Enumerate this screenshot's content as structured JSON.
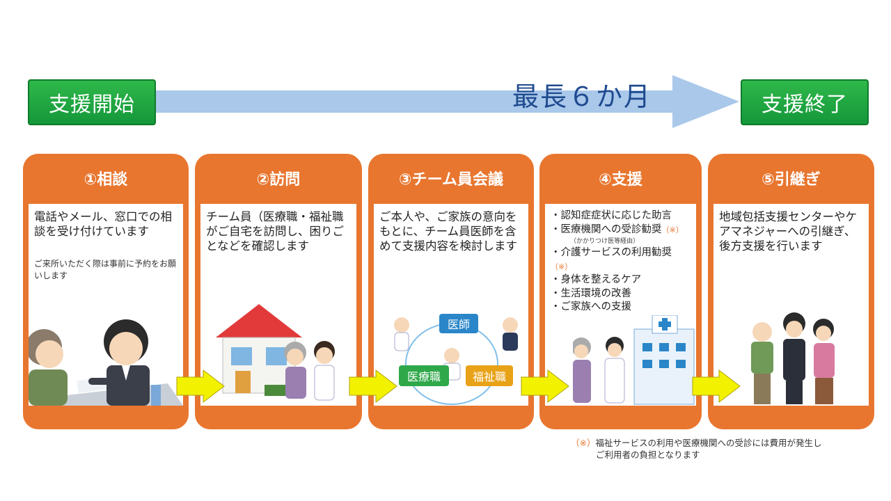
{
  "timeline": {
    "start_label": "支援開始",
    "duration_label": "最長６か月",
    "end_label": "支援終了"
  },
  "steps": [
    {
      "title": "①相談",
      "description": "電話やメール、窓口での相談を受け付けています",
      "note": "ご来所いただく際は事前に予約をお願いします"
    },
    {
      "title": "②訪問",
      "description": "チーム員（医療職・福祉職がご自宅を訪問し、困りごとなどを確認します"
    },
    {
      "title": "③チーム員会議",
      "description": "ご本人や、ご家族の意向をもとに、チーム員医師を含めて支援内容を検討します",
      "roles": [
        "医師",
        "医療職",
        "福祉職"
      ]
    },
    {
      "title": "④支援",
      "items": [
        "・認知症症状に応じた助言",
        "・医療機関への受診勧奨",
        "・介護サービスの利用勧奨",
        "・身体を整えるケア",
        "・生活環境の改善",
        "・ご家族への支援"
      ],
      "item_mark": "（※）",
      "sub_note": "（かかりつけ医等経由）"
    },
    {
      "title": "⑤引継ぎ",
      "description": "地域包括支援センターやケアマネジャーへの引継ぎ、後方支援を行います"
    }
  ],
  "footnote": {
    "mark": "（※）",
    "line1": "福祉サービスの利用や医療機関への受診には費用が発生し",
    "line2": "ご利用者の負担となります"
  },
  "colors": {
    "card_orange": "#e8762f",
    "green": "#14973a",
    "timeline_arrow": "#a9c8ea",
    "step_arrow": "#f2f200",
    "doctor_blue": "#2a86c8",
    "medical_green": "#2fa84a",
    "welfare_orange": "#e8a218"
  }
}
